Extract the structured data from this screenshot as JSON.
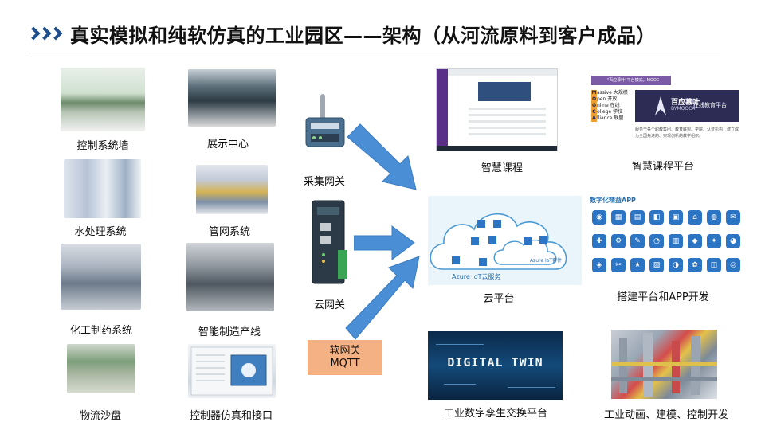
{
  "title": "真实模拟和纯软仿真的工业园区——架构（从河流原料到客户成品）",
  "left_items": [
    {
      "id": "control-wall",
      "caption": "控制系统墙"
    },
    {
      "id": "display-center",
      "caption": "展示中心"
    },
    {
      "id": "water-treatment",
      "caption": "水处理系统"
    },
    {
      "id": "pipe-network",
      "caption": "管网系统"
    },
    {
      "id": "chem-pharma",
      "caption": "化工制药系统"
    },
    {
      "id": "smart-manufacturing",
      "caption": "智能制造产线"
    },
    {
      "id": "logistics-sandtable",
      "caption": "物流沙盘"
    },
    {
      "id": "controller-sim",
      "caption": "控制器仿真和接口"
    }
  ],
  "gateways": {
    "collect": "采集网关",
    "cloud": "云网关",
    "soft_line1": "软网关",
    "soft_line2": "MQTT"
  },
  "right_items": {
    "smart_course": "智慧课程",
    "smart_course_platform": "智慧课程平台",
    "cloud_platform": "云平台",
    "app_dev": "搭建平台和APP开发",
    "digital_twin_platform": "工业数字孪生交换平台",
    "animation_dev": "工业动画、建模、控制开发"
  },
  "mooc": {
    "band": "\"百应慕叶\"平台模式，MOOC",
    "logo": "百应慕叶",
    "logo_en": "BYMOOCA",
    "platform": "在线教育平台",
    "letters": [
      {
        "l": "M",
        "w": "assive",
        "z": "大规模"
      },
      {
        "l": "O",
        "w": "pen",
        "z": "开放"
      },
      {
        "l": "O",
        "w": "nline",
        "z": "在线"
      },
      {
        "l": "C",
        "w": "ollege",
        "z": "学校"
      },
      {
        "l": "A",
        "w": "lliance",
        "z": "联盟"
      }
    ],
    "desc": "服务于各个职教集团、教育联盟、学院、认证机构，建立成为全国先进的、实现创新的教学组织。"
  },
  "cloud": {
    "label": "Azure IoT云服务",
    "label2": "Azure IoT套件"
  },
  "apps": {
    "title": "数字化精益APP",
    "icons": [
      "◉",
      "▦",
      "▤",
      "◧",
      "▣",
      "⌂",
      "◍",
      "✉",
      "✚",
      "⚙",
      "✎",
      "◔",
      "▥",
      "◆",
      "✦",
      "◕",
      "◈",
      "✂",
      "★",
      "▧",
      "◑",
      "✿",
      "◫",
      "◎"
    ]
  },
  "digital_twin": {
    "text": "DIGITAL TWIN"
  },
  "colors": {
    "title_chevron": "#1f4e8c",
    "arrow": "#4a8fd6",
    "soft_gateway_fill": "#f4b183"
  }
}
